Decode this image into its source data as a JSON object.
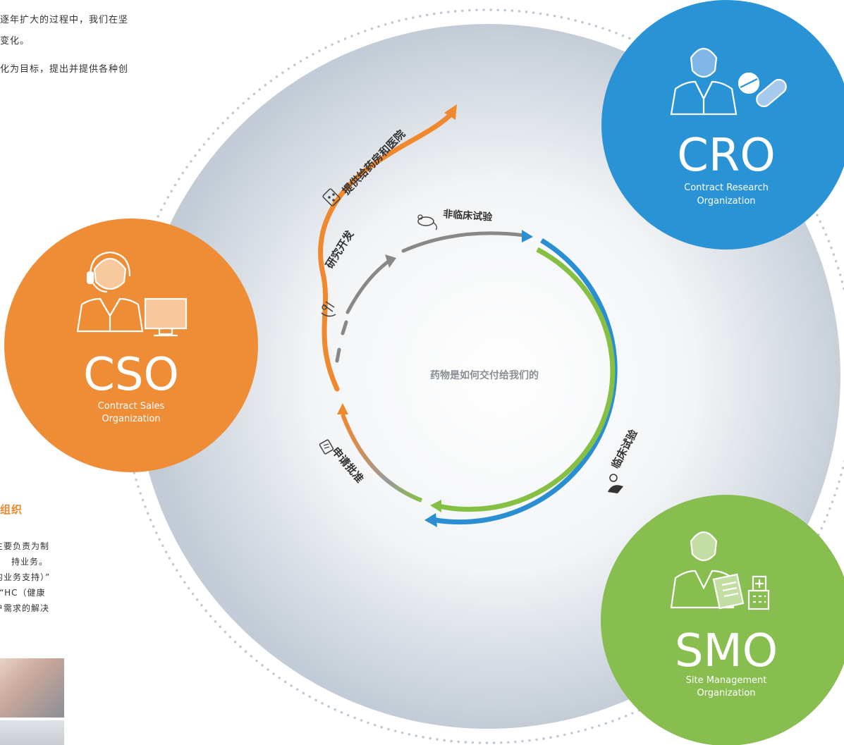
{
  "intro_lines": [
    "求逐年扩大的过程中，我们在坚",
    "的变化。",
    "进化为目标，提出并提供各种创"
  ],
  "cso_section": {
    "heading": "组织",
    "lines": [
      "主要负责为制",
      "持业务。",
      "的业务支持）”",
      "”“HC（健康",
      "户需求的解决"
    ]
  },
  "diagram": {
    "center_text": "药物是如何交付给我们的",
    "stages": {
      "rnd": "研究开发",
      "nonclinical": "非临床试验",
      "clinical": "临床试验",
      "approval": "申请批准",
      "supply": "提供给药房和医院"
    },
    "orgs": {
      "cro": {
        "abbr": "CRO",
        "line1": "Contract Research",
        "line2": "Organization",
        "color": "#2a93d5"
      },
      "cso": {
        "abbr": "CSO",
        "line1": "Contract Sales",
        "line2": "Organization",
        "color": "#ef8d37"
      },
      "smo": {
        "abbr": "SMO",
        "line1": "Site Management",
        "line2": "Organization",
        "color": "#88bd4f"
      }
    },
    "colors": {
      "gray_arrow": "#888888",
      "blue_arrow": "#2a8ed2",
      "green_arrow": "#86c043",
      "orange_arrow": "#f0892e"
    }
  }
}
